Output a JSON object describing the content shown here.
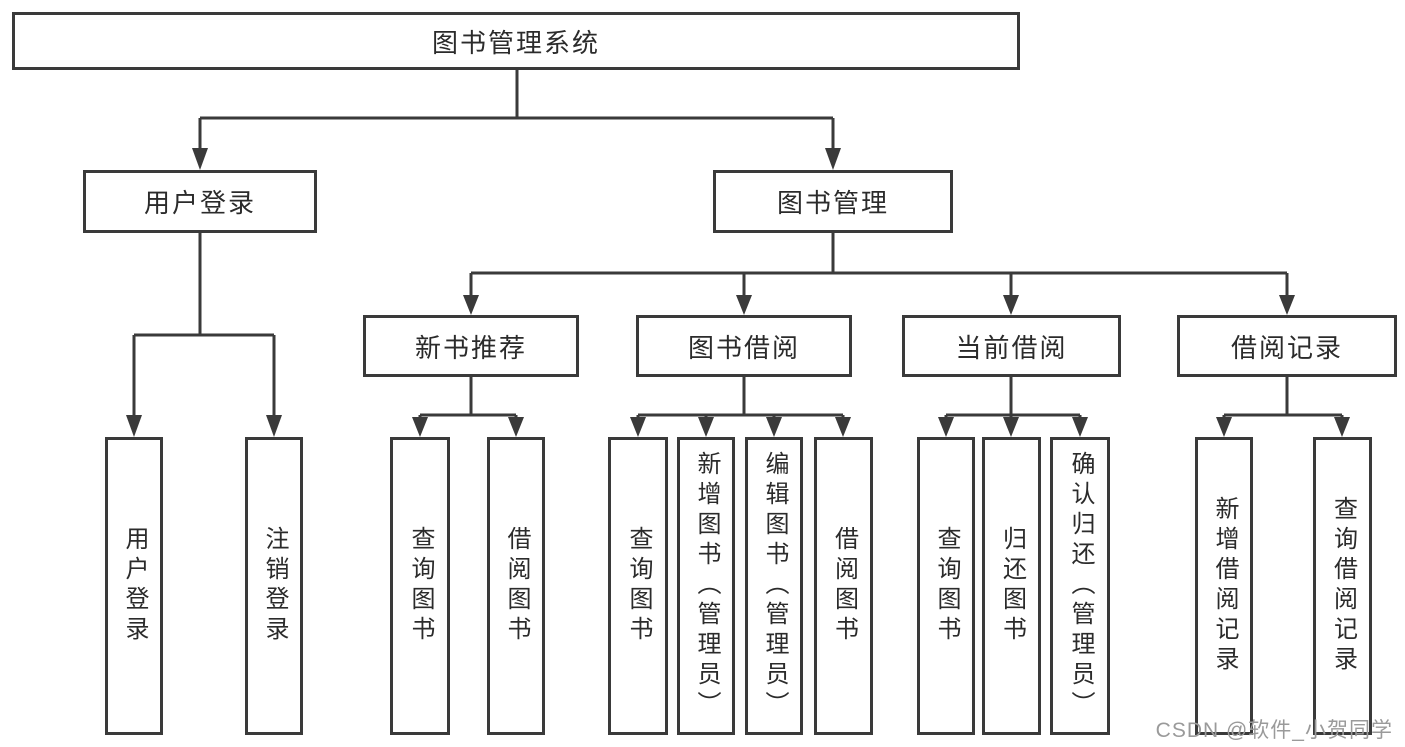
{
  "diagram_type": "hierarchy-tree",
  "tree": {
    "label": "图书管理系统",
    "children": [
      {
        "label": "用户登录",
        "children": [
          {
            "label": "用户登录"
          },
          {
            "label": "注销登录"
          }
        ]
      },
      {
        "label": "图书管理",
        "children": [
          {
            "label": "新书推荐",
            "children": [
              {
                "label": "查询图书"
              },
              {
                "label": "借阅图书"
              }
            ]
          },
          {
            "label": "图书借阅",
            "children": [
              {
                "label": "查询图书"
              },
              {
                "label": "新增图书（管理员）"
              },
              {
                "label": "编辑图书（管理员）"
              },
              {
                "label": "借阅图书"
              }
            ]
          },
          {
            "label": "当前借阅",
            "children": [
              {
                "label": "查询图书"
              },
              {
                "label": "归还图书"
              },
              {
                "label": "确认归还（管理员）"
              }
            ]
          },
          {
            "label": "借阅记录",
            "children": [
              {
                "label": "新增借阅记录"
              },
              {
                "label": "查询借阅记录"
              }
            ]
          }
        ]
      }
    ]
  },
  "watermark": {
    "text": "CSDN @软件_小贺同学"
  },
  "colors": {
    "line": "#3a3a3a",
    "box_border": "#3a3a3a",
    "text": "#2b2b2b",
    "watermark": "#9a9a9a",
    "background": "#ffffff"
  }
}
